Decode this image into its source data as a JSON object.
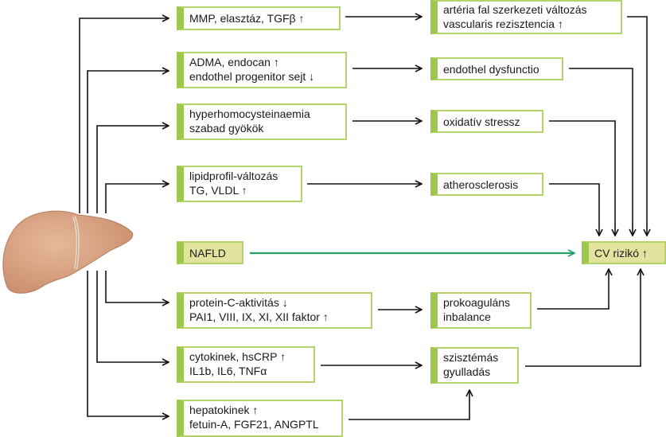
{
  "source_box": {
    "label": "NAFLD",
    "fill": "#e2e49e"
  },
  "target_box": {
    "label": "CV rizikó ↑",
    "fill": "#e2e49e"
  },
  "mediators": [
    {
      "id": "mmp",
      "lines": [
        "MMP, elasztáz, TGFβ  ↑"
      ]
    },
    {
      "id": "adma",
      "lines": [
        "ADMA, endocan ↑",
        "endothel progenitor sejt ↓"
      ]
    },
    {
      "id": "homocysteine",
      "lines": [
        "hyperhomocysteinaemia",
        "szabad gyökök"
      ]
    },
    {
      "id": "lipid",
      "lines": [
        "lipidprofil-változás",
        "TG, VLDL ↑"
      ]
    },
    {
      "id": "protein-c",
      "lines": [
        "protein-C-aktivitás ↓",
        "PAI1, VIII, IX, XI, XII faktor  ↑"
      ]
    },
    {
      "id": "cytokines",
      "lines": [
        "cytokinek, hsCRP ↑",
        "IL1b, IL6, TNFα"
      ]
    },
    {
      "id": "hepatokines",
      "lines": [
        "hepatokinek ↑",
        "fetuin-A, FGF21, ANGPTL"
      ]
    }
  ],
  "outcomes": [
    {
      "id": "arterial",
      "lines": [
        "artéria fal szerkezeti változás",
        "vascularis rezisztencia ↑"
      ]
    },
    {
      "id": "endothel",
      "lines": [
        "endothel dysfunctio"
      ]
    },
    {
      "id": "oxidative",
      "lines": [
        "oxidatív stressz"
      ]
    },
    {
      "id": "athero",
      "lines": [
        "atherosclerosis"
      ]
    },
    {
      "id": "procoag",
      "lines": [
        "prokoaguláns",
        "inbalance"
      ]
    },
    {
      "id": "inflammation",
      "lines": [
        "szisztémás",
        "gyulladás"
      ]
    }
  ],
  "colors": {
    "box_border": "#b2d46a",
    "box_stripe": "#9dc84c",
    "nafld_arrow": "#2a9d6a",
    "arrow": "#111111",
    "liver": "#d9a588"
  }
}
